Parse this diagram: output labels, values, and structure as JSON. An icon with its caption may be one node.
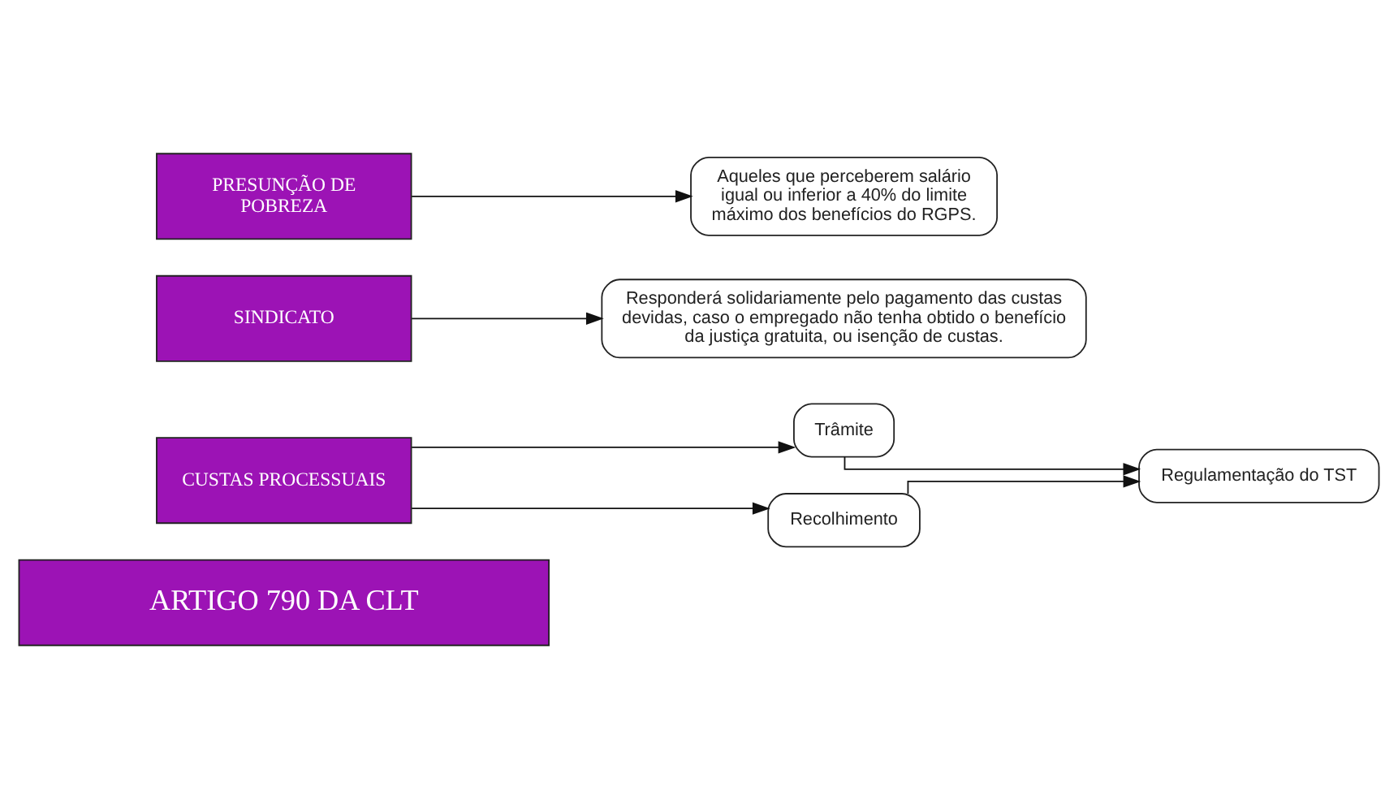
{
  "diagram": {
    "nodes": [
      {
        "text": [
          "ARTIGO 790 DA CLT"
        ]
      },
      {
        "text": [
          "CUSTAS PROCESSUAIS"
        ]
      },
      {
        "text": [
          "Trâmite"
        ]
      },
      {
        "text": [
          "Recolhimento"
        ]
      },
      {
        "text": [
          "Regulamentação do TST"
        ]
      },
      {
        "text": [
          "SINDICATO"
        ]
      },
      {
        "text": [
          "Responderá solidariamente pelo pagamento das custas devidas, caso o empregado não tenha obtido o benefício da justiça gratuita, ou isenção de custas."
        ]
      },
      {
        "text": [
          "PRESUNÇÃO DE POBREZA"
        ]
      },
      {
        "text": [
          "Aqueles que perceberem salário igual ou inferior a 40% do limite máximo dos benefícios do RGPS."
        ]
      }
    ],
    "edges": [
      {
        "from": 1,
        "to": 2,
        "arrow": "to"
      },
      {
        "from": 1,
        "to": 3,
        "arrow": "to"
      },
      {
        "from": 2,
        "to": 4,
        "arrow": "to"
      },
      {
        "from": 3,
        "to": 4,
        "arrow": "to"
      },
      {
        "from": 5,
        "to": 6,
        "arrow": "to"
      },
      {
        "from": 7,
        "to": 8,
        "arrow": "to"
      }
    ]
  }
}
